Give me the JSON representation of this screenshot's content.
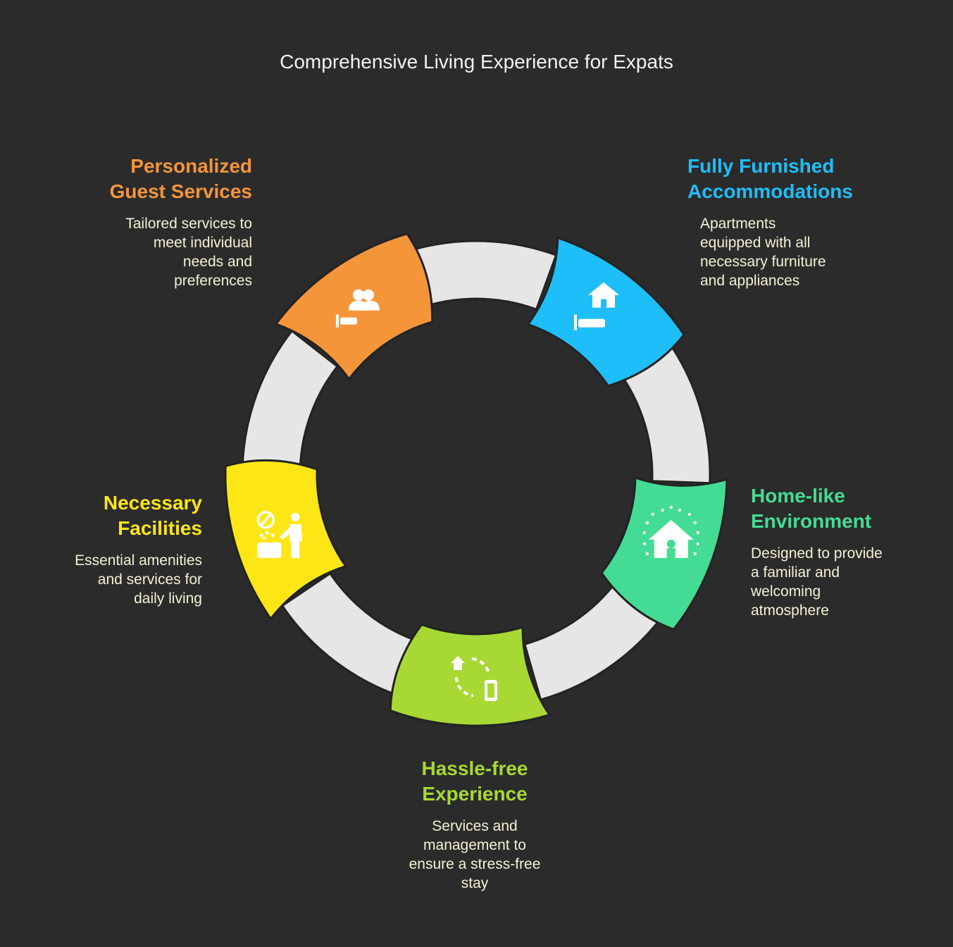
{
  "title": "Comprehensive Living Experience for Expats",
  "colors": {
    "background": "#2b2b2b",
    "ring": "#e6e6e6",
    "orange": "#f5953a",
    "blue": "#1ebef8",
    "green": "#44dc94",
    "lime": "#a8d834",
    "yellow": "#fde616"
  },
  "steps": [
    {
      "title_line1": "Personalized",
      "title_line2": "Guest Services",
      "desc_lines": [
        "Tailored services to",
        "meet individual",
        "needs and",
        "preferences"
      ],
      "color": "#f5953a",
      "icon": "guest-services-icon"
    },
    {
      "title_line1": "Fully Furnished",
      "title_line2": "Accommodations",
      "desc_lines": [
        "Apartments",
        "equipped with all",
        "necessary furniture",
        "and appliances"
      ],
      "color": "#1ebef8",
      "icon": "house-in-hand-icon"
    },
    {
      "title_line1": "Home-like",
      "title_line2": "Environment",
      "desc_lines": [
        "Designed to provide",
        "a familiar and",
        "welcoming",
        "atmosphere"
      ],
      "color": "#44dc94",
      "icon": "sparkling-home-icon"
    },
    {
      "title_line1": "Hassle-free",
      "title_line2": "Experience",
      "desc_lines": [
        "Services and",
        "management to",
        "ensure a stress-free",
        "stay"
      ],
      "color": "#a8d834",
      "icon": "home-phone-cycle-icon"
    },
    {
      "title_line1": "Necessary",
      "title_line2": "Facilities",
      "desc_lines": [
        "Essential amenities",
        "and services for",
        "daily living"
      ],
      "color": "#fde616",
      "icon": "facilities-icon"
    }
  ]
}
